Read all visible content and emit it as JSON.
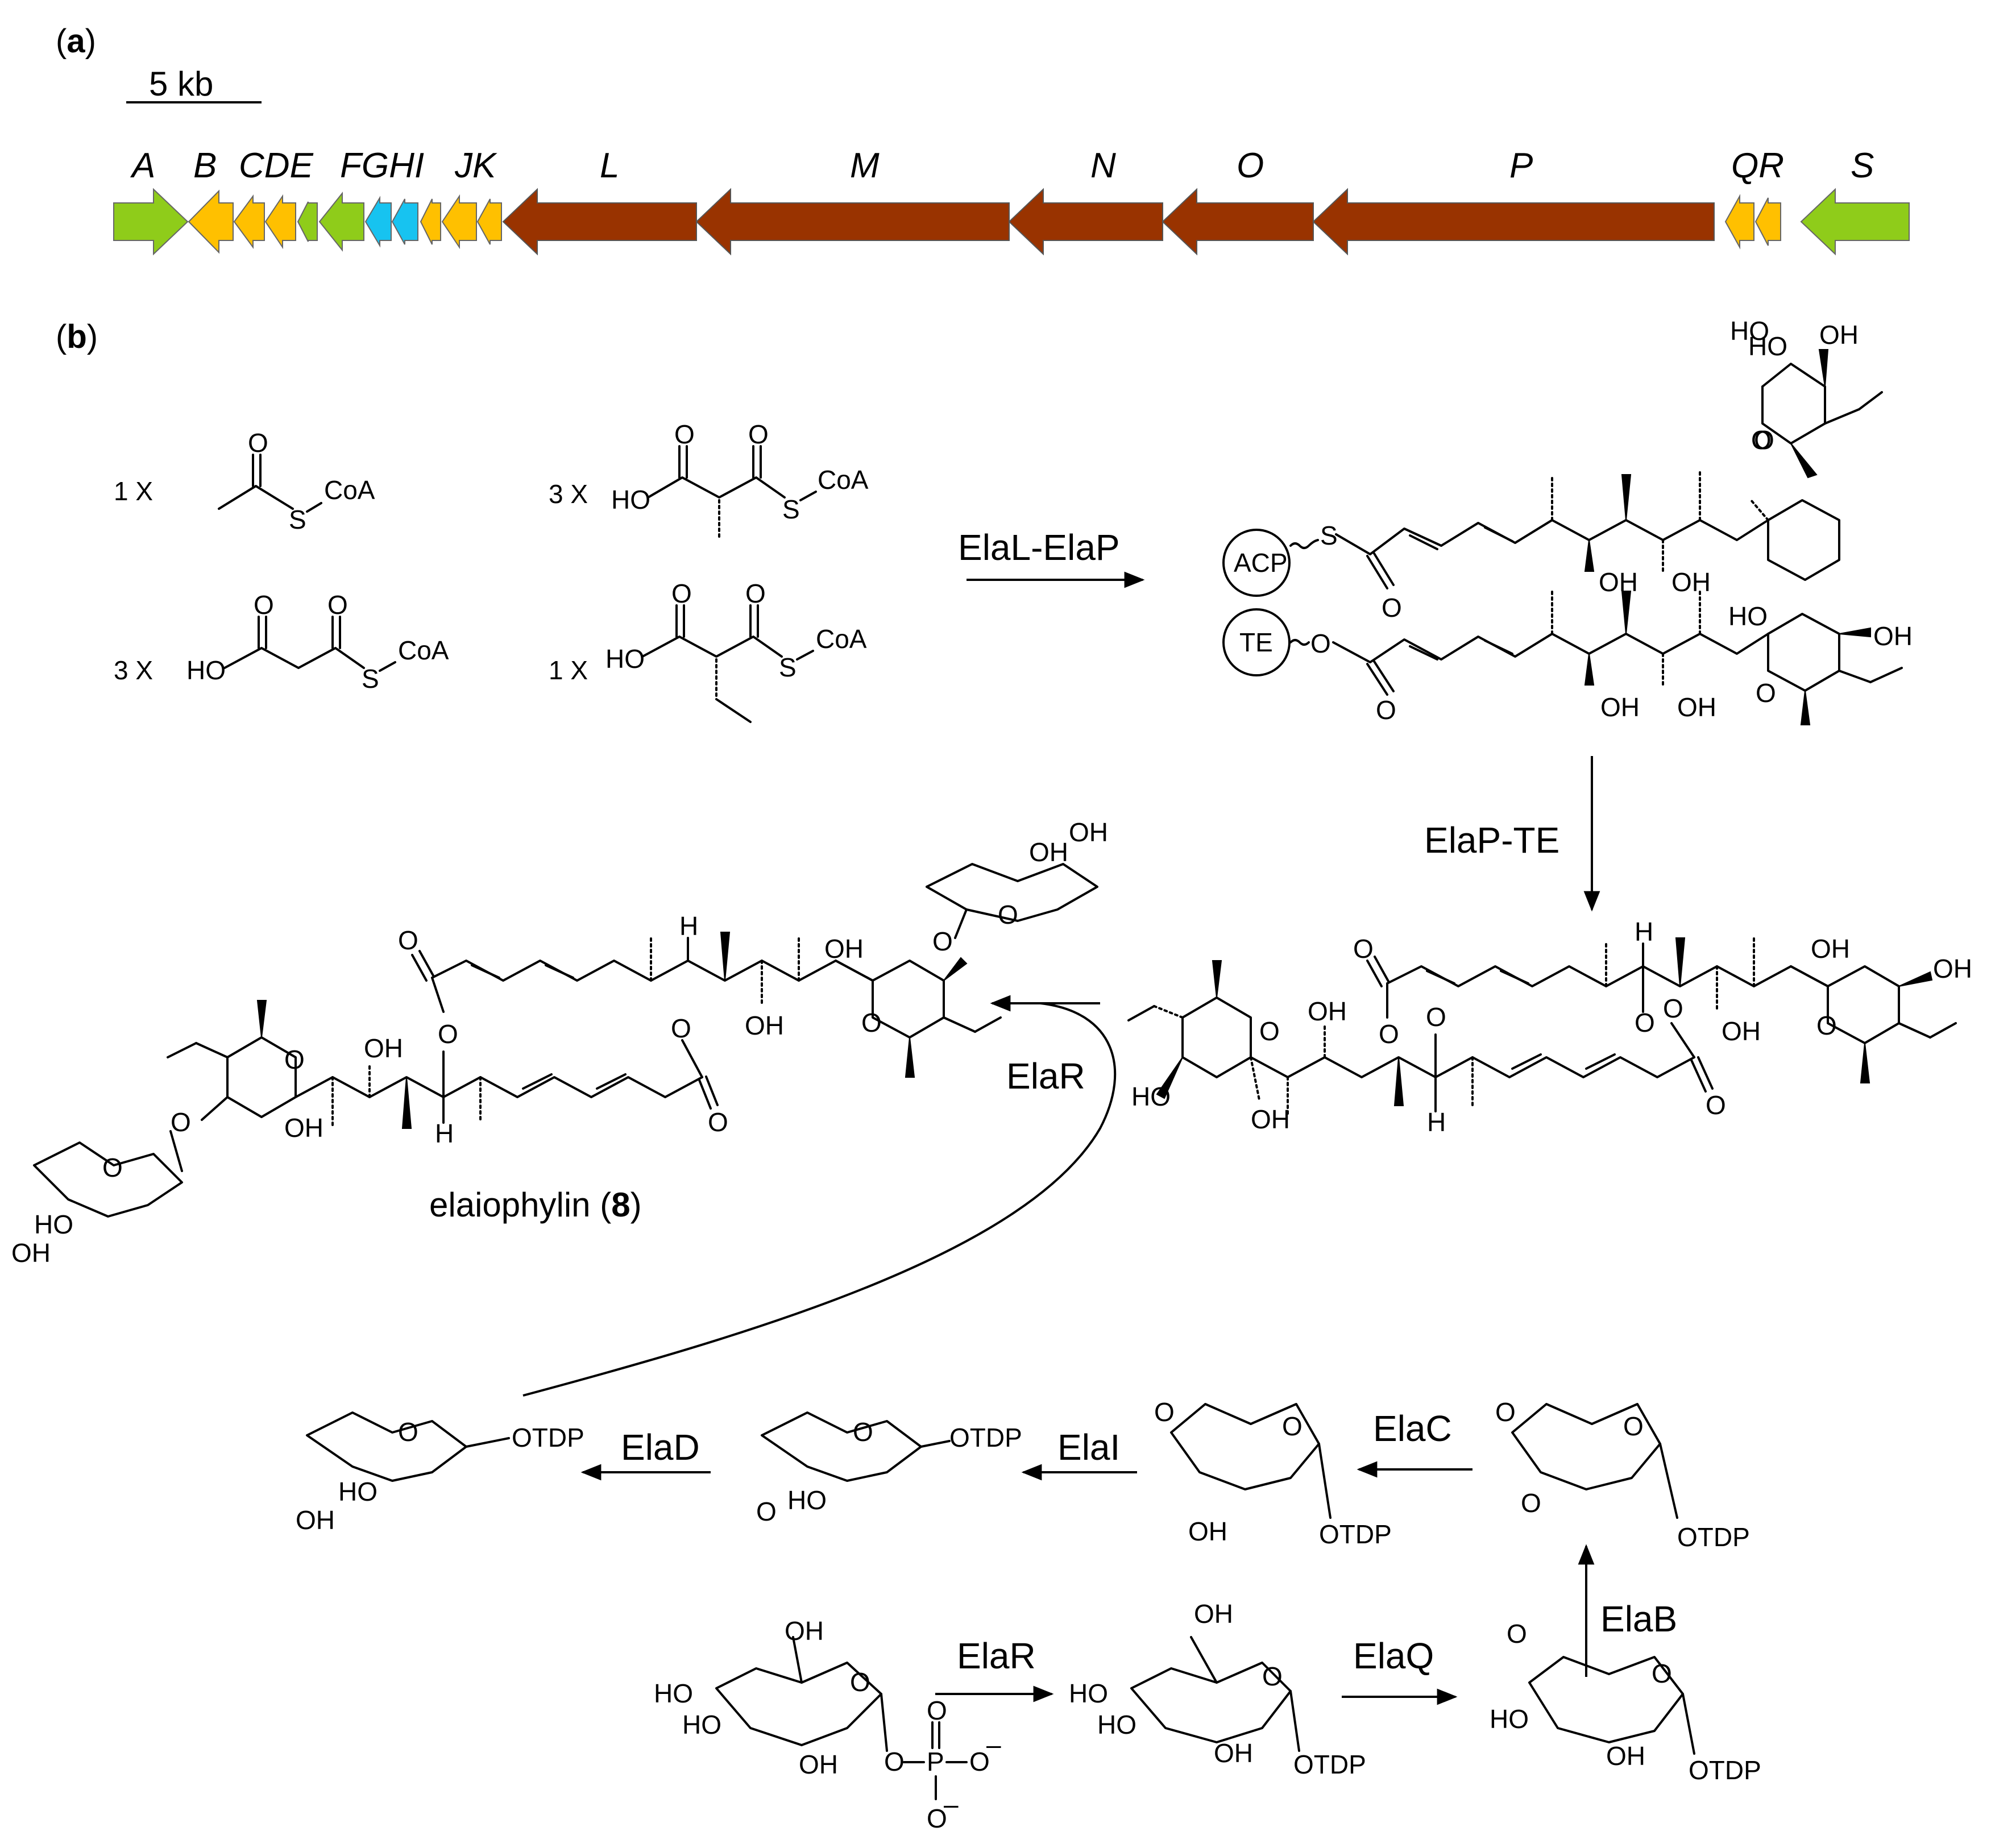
{
  "panels": {
    "a": "a",
    "b": "b"
  },
  "scale_bar": {
    "label": "5 kb"
  },
  "genes": [
    {
      "name": "A",
      "color": "#8fcc1a"
    },
    {
      "name": "B",
      "color": "#ffc000"
    },
    {
      "name": "C",
      "color": "#ffc000"
    },
    {
      "name": "D",
      "color": "#ffc000"
    },
    {
      "name": "E",
      "color": "#8fcc1a"
    },
    {
      "name": "F",
      "color": "#8fcc1a"
    },
    {
      "name": "G",
      "color": "#17c3f0"
    },
    {
      "name": "H",
      "color": "#17c3f0"
    },
    {
      "name": "I",
      "color": "#ffc000"
    },
    {
      "name": "J",
      "color": "#ffc000"
    },
    {
      "name": "K",
      "color": "#ffc000"
    },
    {
      "name": "L",
      "color": "#993300"
    },
    {
      "name": "M",
      "color": "#993300"
    },
    {
      "name": "N",
      "color": "#993300"
    },
    {
      "name": "O",
      "color": "#993300"
    },
    {
      "name": "P",
      "color": "#993300"
    },
    {
      "name": "Q",
      "color": "#ffc000"
    },
    {
      "name": "R",
      "color": "#ffc000"
    },
    {
      "name": "S",
      "color": "#8fcc1a"
    }
  ],
  "gene_labels": [
    "A",
    "B",
    "CDE",
    "FGHI",
    "JK",
    "L",
    "M",
    "N",
    "O",
    "P",
    "QR",
    "S"
  ],
  "substrates": [
    {
      "count": "1 X",
      "coa": "CoA",
      "s": "S",
      "o": "O",
      "ho": ""
    },
    {
      "count": "3 X",
      "coa": "CoA",
      "s": "S",
      "o": "O",
      "ho": "HO"
    },
    {
      "count": "3 X",
      "coa": "CoA",
      "s": "S",
      "o": "O",
      "ho": "HO"
    },
    {
      "count": "1 X",
      "coa": "CoA",
      "s": "S",
      "o": "O",
      "ho": "HO"
    }
  ],
  "enzymes": {
    "pks": "ElaL-ElaP",
    "te": "ElaP-TE",
    "glyco": "ElaR",
    "d": "ElaD",
    "i": "ElaI",
    "c": "ElaC",
    "b": "ElaB",
    "r2": "ElaR",
    "q": "ElaQ"
  },
  "domains": {
    "acp": "ACP",
    "te": "TE"
  },
  "product": {
    "name": "elaiophylin (",
    "number": "8",
    "close": ")"
  },
  "atoms": {
    "OH": "OH",
    "HO": "HO",
    "O": "O",
    "S": "S",
    "H": "H",
    "OTDP": "OTDP",
    "P": "P",
    "Ominus": "O",
    "minus": "–",
    "Obridge": "O"
  }
}
